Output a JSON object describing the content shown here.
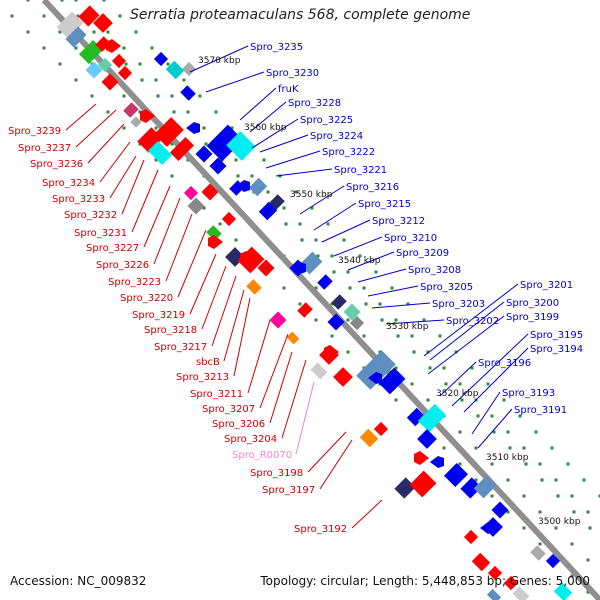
{
  "title": "Serratia proteamaculans 568, complete genome",
  "footer": {
    "accession": "Accession: NC_009832",
    "summary": "Topology: circular; Length: 5,448,853 bp; Genes: 5,000"
  },
  "colors": {
    "backbone": "#8f8f8f",
    "tick": "#2e8b2e",
    "left_label": "#cc0000",
    "right_label": "#0000cc",
    "rna_label": "#ee88cc",
    "forward_gene": "#ff0000",
    "reverse_gene": "#0000ee"
  },
  "position_labels": [
    "3570 kbp",
    "3560 kbp",
    "3550 kbp",
    "3540 kbp",
    "3530 kbp",
    "3520 kbp",
    "3510 kbp",
    "3500 kbp"
  ],
  "left_labels": [
    "Spro_3239",
    "Spro_3237",
    "Spro_3236",
    "Spro_3234",
    "Spro_3233",
    "Spro_3232",
    "Spro_3231",
    "Spro_3227",
    "Spro_3226",
    "Spro_3223",
    "Spro_3220",
    "Spro_3219",
    "Spro_3218",
    "Spro_3217",
    "sbcB",
    "Spro_3213",
    "Spro_3211",
    "Spro_3207",
    "Spro_3206",
    "Spro_3204",
    "Spro_R0070",
    "Spro_3198",
    "Spro_3197",
    "Spro_3192"
  ],
  "right_labels": [
    "Spro_3235",
    "Spro_3230",
    "fruK",
    "Spro_3228",
    "Spro_3225",
    "Spro_3224",
    "Spro_3222",
    "Spro_3221",
    "Spro_3216",
    "Spro_3215",
    "Spro_3212",
    "Spro_3210",
    "Spro_3209",
    "Spro_3208",
    "Spro_3205",
    "Spro_3203",
    "Spro_3202",
    "Spro_3201",
    "Spro_3200",
    "Spro_3199",
    "Spro_3196",
    "Spro_3195",
    "Spro_3194",
    "Spro_3193",
    "Spro_3191"
  ]
}
